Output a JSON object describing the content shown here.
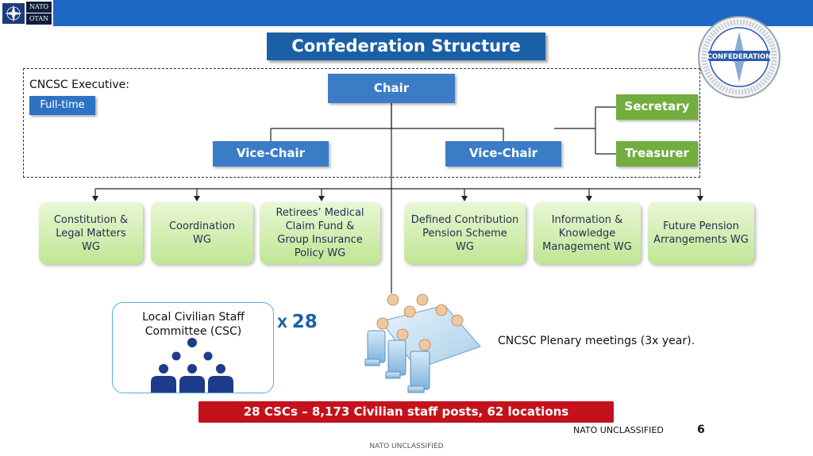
{
  "header": {
    "logo_line1": "NATO",
    "logo_line2": "OTAN",
    "emblem_text": "CONFEDERATION"
  },
  "title": "Confederation Structure",
  "executive": {
    "label": "CNCSC Executive:",
    "fulltime": "Full-time",
    "chair": "Chair",
    "vice_chairs": [
      "Vice-Chair",
      "Vice-Chair"
    ],
    "secretary": "Secretary",
    "treasurer": "Treasurer"
  },
  "working_groups": [
    [
      "Constitution &",
      "Legal Matters",
      "WG"
    ],
    [
      "Coordination",
      "WG"
    ],
    [
      "Retirees’ Medical",
      "Claim Fund &",
      "Group Insurance",
      "Policy WG"
    ],
    [
      "Defined Contribution",
      "Pension Scheme",
      "WG"
    ],
    [
      "Information &",
      "Knowledge",
      "Management WG"
    ],
    [
      "Future Pension",
      "Arrangements WG"
    ]
  ],
  "csc": {
    "label_line1": "Local Civilian Staff",
    "label_line2": "Committee (CSC)",
    "multiplier_x": "X",
    "multiplier_n": "28"
  },
  "plenary": "CNCSC Plenary meetings (3x year).",
  "summary_bar": "28 CSCs – 8,173 Civilian staff posts, 62 locations",
  "footer": {
    "classification_right": "NATO UNCLASSIFIED",
    "page_number": "6",
    "classification_bottom": "NATO UNCLASSIFIED"
  },
  "colors": {
    "topbar": "#1d68c4",
    "title_bg": "#1b5fa6",
    "blue_box": "#3b7cc6",
    "green_box": "#72ad3e",
    "wg_light": "#e9f7d6",
    "wg_dark": "#bfe693",
    "red_bar": "#c4121c"
  }
}
